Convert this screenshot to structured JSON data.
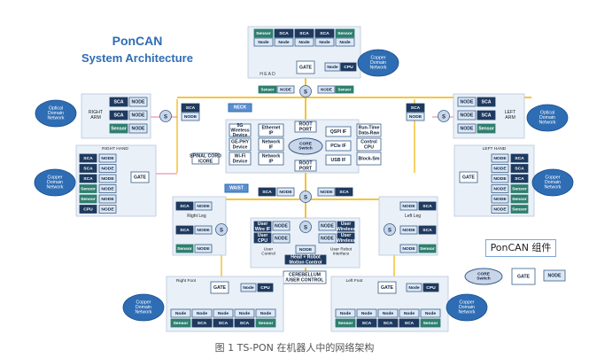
{
  "title_line1": "PonCAN",
  "title_line2": "System Architecture",
  "caption": "图 1 TS-PON 在机器人中的网络架构",
  "legend_title": "PonCAN 组件",
  "labels": {
    "head": "H E A D",
    "right_arm": "RIGHT\nARM",
    "left_arm": "LEFT\nARM",
    "right_hand": "RIGHT HAND",
    "left_hand": "LEFT HAND",
    "right_leg": "Right Leg",
    "left_leg": "Left Leg",
    "right_foot": "Right Foot",
    "left_foot": "Left Foot",
    "neck": "NECK",
    "waist": "WAIST",
    "spinal_cord": "SPINAL CORD\n/CORE",
    "cerebellum": "CEREBELLUM\n/USER CONTROL",
    "user_control": "User\nControl",
    "user_robot_interface": "User Robot\nInterface",
    "root_port_top": "ROOT\nPORT",
    "root_port_bottom": "ROOT\nPORT",
    "core_switch": "CORE\nSwitch",
    "head_and_robot": "Head + Robot\nMotion Control"
  },
  "domains": {
    "copper": "Copper\nDomain\nNetwork",
    "optical": "Optical\nDomain\nNetwork"
  },
  "core_blocks": {
    "left": [
      "5G\nWireless\nDevice",
      "GE-PHY\nDevice",
      "Wi-Fi\nDevice"
    ],
    "inner_left": [
      "Ethernet\nIP",
      "Network\nIF",
      "Network\nIP"
    ],
    "inner_right": [
      "QSPI IF",
      "PCIe IF",
      "USB IF"
    ],
    "right": [
      "Run-Time\nData-Raw",
      "Control\nCPU",
      "Block-Sm"
    ]
  },
  "node_words": {
    "sensor": "Sensor",
    "sca": "SCA",
    "node": "Node",
    "node_caps": "NODE",
    "gate": "GATE",
    "cpu": "CPU",
    "s": "S",
    "user_wireless": "User\nWireless",
    "user_cpu": "User\nCPU",
    "user_wire": "User\nWire IF"
  },
  "legend": {
    "core_switch": "CORE\nSwitch",
    "gate": "GATE",
    "node": "NODE"
  },
  "colors": {
    "title": "#2e6db4",
    "navy": "#1f3a5f",
    "teal": "#2f7f6f",
    "node_fill": "#dce8f6",
    "node_border": "#3b5f8a",
    "panel": "#e9f0f8",
    "bus_yellow": "#f0b400",
    "bus_pink": "#e07ba0",
    "domain_oval": "#2e6db4",
    "switch_oval": "#c9d6ea"
  }
}
